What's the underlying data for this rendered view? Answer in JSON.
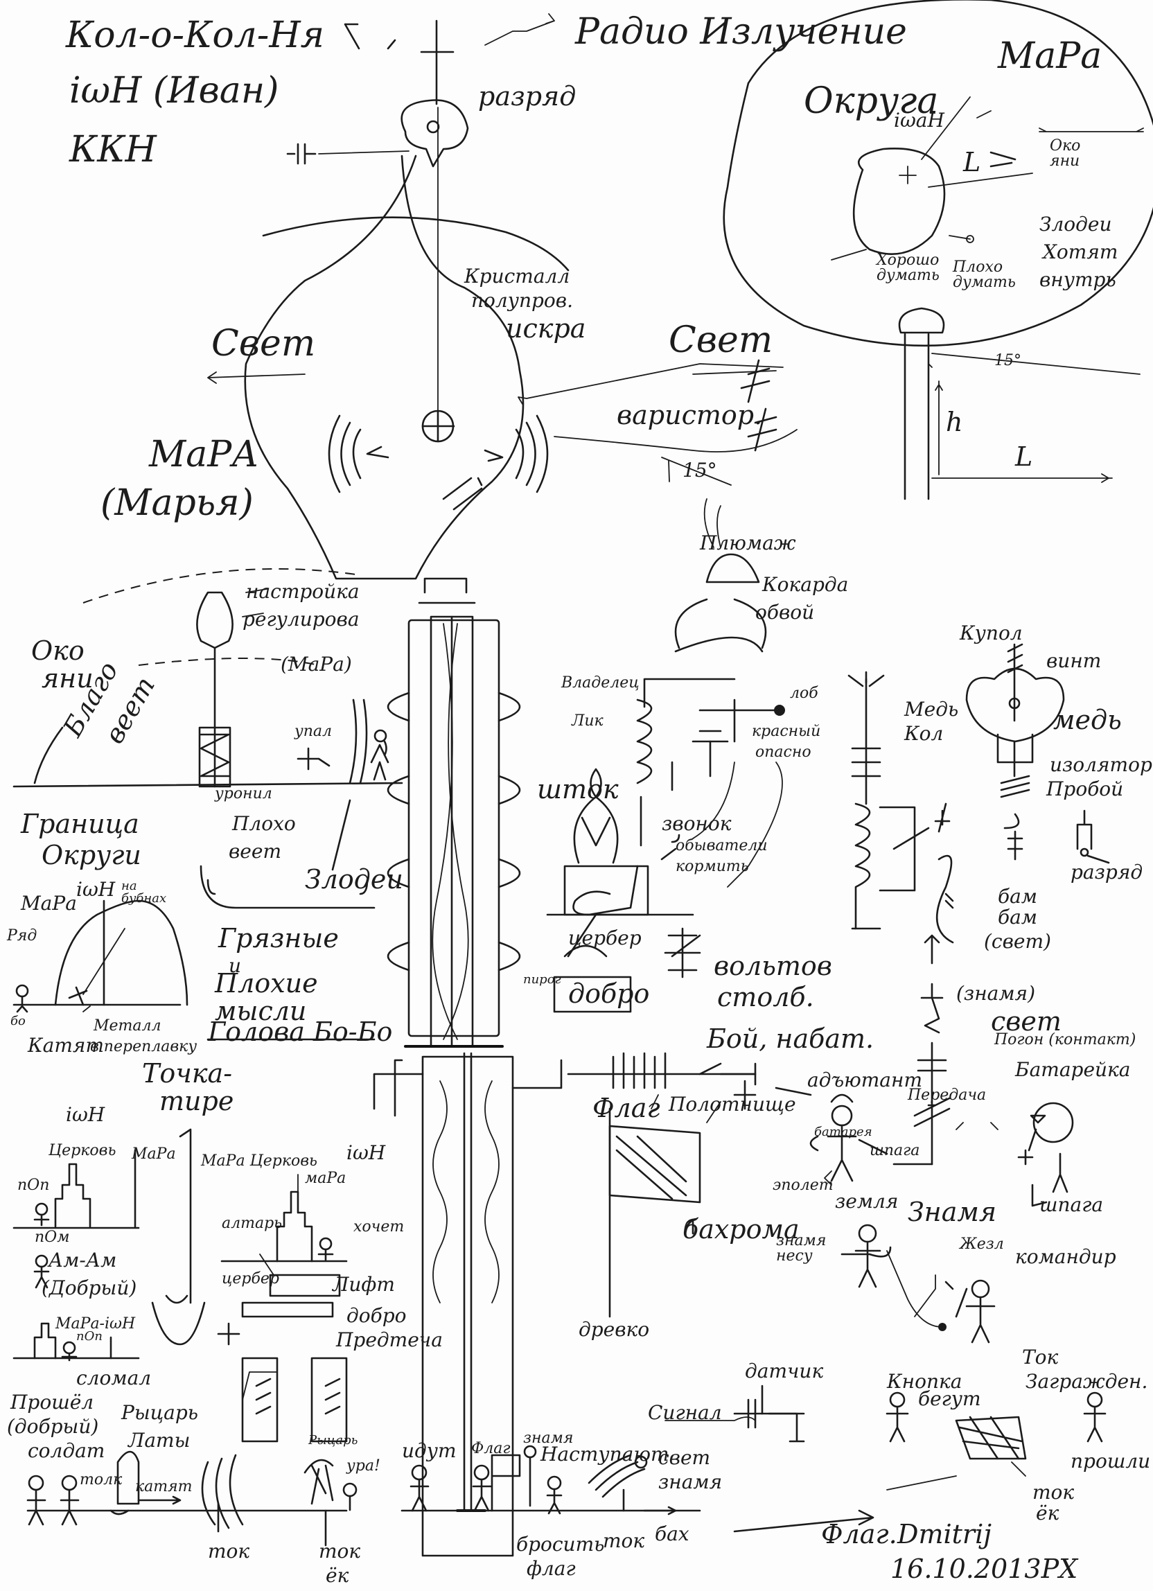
{
  "header": {
    "title_line1": "Кол-о-Кол-Ня",
    "title_line2": "iωH (Иван)",
    "title_line3": "ККН",
    "radio": "Радио Излучение"
  },
  "tower": {
    "razryad": "разряд",
    "kristall": "Кристалл",
    "poluprov": "полупров.",
    "iskra": "искра",
    "svet_left": "Свет",
    "svet_right": "Свет",
    "varistor": "варистор.",
    "angle": "15°",
    "mara": "МаРА",
    "marya": "(Марья)"
  },
  "okruga_inset": {
    "title": "Округа",
    "mara": "МаРа",
    "iwan": "iωaH",
    "L": "L",
    "okoyani": "Око яни",
    "zlodei": "Злодеи",
    "hotyat": "Хотят",
    "vnutr": "внутрь",
    "horosho": "Хорошо думать",
    "ploho": "Плохо думать"
  },
  "pole_inset": {
    "angle": "15°",
    "h": "h",
    "L": "L"
  },
  "left_mid": {
    "nastroyka": "настройка",
    "regulirovka": "регулирова",
    "mara": "(МаРа)",
    "oko": "Око",
    "yani": "яни",
    "blago": "Благо",
    "veet": "веет",
    "upal": "упал",
    "uronil": "уронил",
    "ploho": "Плохо",
    "veet2": "веет",
    "granica": "Граница",
    "okrugi": "Округи",
    "zlodei": "Злодеи"
  },
  "mountain": {
    "mara": "МаРа",
    "iwn": "iωH",
    "na_bubnah": "на бубнах",
    "ryad": "Ряд",
    "bo": "бо",
    "katyat": "Катят",
    "metall": "Металл",
    "v_pereplavku": "в переплавку"
  },
  "thoughts": {
    "line1": "Грязные",
    "line2": "и",
    "line3": "Плохие",
    "line4": "мысли",
    "golova": "Голова Бо-Бо"
  },
  "plume": {
    "plyumazh": "Плюмаж",
    "kokarda": "Кокарда",
    "obvoy": "обвой",
    "vladelec": "Владелец",
    "lik": "Лик",
    "lob": "лоб",
    "krasny": "красный",
    "opasno": "опасно",
    "shtok": "шток",
    "zvonok": "звонок",
    "obyvatel": "обыватели",
    "kormit": "кормить",
    "tserber": "цербер",
    "pirog": "пирог",
    "dobro": "добро",
    "voltov1": "вольтов",
    "voltov2": "столб."
  },
  "kupol": {
    "kupol": "Купол",
    "vint": "винт",
    "med_left": "Медь",
    "kol": "Кол",
    "med_right": "медь",
    "izolyator": "изолятор",
    "proboy": "Пробой",
    "razryad": "разряд",
    "bam1": "бам",
    "bam2": "бам",
    "svet_paren": "(свет)"
  },
  "bottom_mid": {
    "boy": "Бой, набат.",
    "flag": "Флаг",
    "polotnishche": "Полотнище",
    "bahroma": "бахрома",
    "drevko": "древко",
    "datchik": "датчик",
    "signal": "Сигнал"
  },
  "znamya_circuit": {
    "znamya_paren": "(знамя)",
    "svet": "свет",
    "ad_yutant": "адъютант",
    "peredacha": "Передача",
    "batareya": "батарея",
    "shpaga": "шпага",
    "epolet": "эполет",
    "zemlya": "земля",
    "znamya": "Знамя",
    "pogon": "Погон (контакт)",
    "batareyka": "Батарейка",
    "shpaga2": "шпага",
    "znamya_nesu": "знамя несу",
    "zhezl": "Жезл",
    "komandir": "командир",
    "knopka": "Кнопка",
    "begut": "бегут",
    "tok": "Ток",
    "zagrazhd": "Загражден.",
    "proshli": "прошли",
    "tok_ek1": "ток",
    "tok_ek2": "ёк",
    "flag": "Флаг."
  },
  "left_bottom": {
    "tochka": "Точка-",
    "tire": "тире",
    "iwn": "iωH",
    "tserkov": "Церковь",
    "mara": "МаРа",
    "pop": "пОп",
    "pom": "пОм",
    "am_am": "Ам-Ам",
    "dobry": "(Добрый)",
    "mara_iwn": "МаРа-iωH",
    "pop2": "пОп",
    "slomal": "сломал",
    "proshel": "Прошёл",
    "dobry2": "(добрый)",
    "soldat": "солдат",
    "rycar": "Рыцарь",
    "laty": "Латы",
    "tolk": "толк",
    "katyat": "катят",
    "tok": "ток"
  },
  "altar": {
    "mara_tserkov": "МаРа Церковь",
    "mara2": "маРа",
    "iwn": "iωH",
    "altar": "алтарь",
    "hochet": "хочет",
    "tserber": "цербер",
    "lift": "Лифт",
    "dobro": "добро",
    "predtecha": "Предтеча"
  },
  "scene_bottom": {
    "rycar": "Рыцарь",
    "ura": "ура!",
    "tok": "ток",
    "ek": "ёк",
    "idut": "идут",
    "flag": "Флаг",
    "znamya": "знамя",
    "nastupayut": "Наступают",
    "svet": "свет",
    "znamya2": "знамя",
    "brosit": "бросить",
    "flag2": "флаг",
    "tok2": "ток",
    "bah": "бах"
  },
  "signature": {
    "name": "Dmitrij",
    "date": "16.10.2013РХ"
  }
}
